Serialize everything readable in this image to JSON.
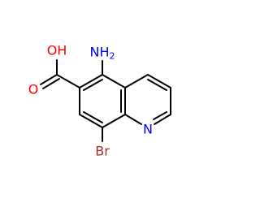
{
  "molecule": {
    "atoms": {
      "hydroxyl": {
        "text": "OH",
        "color": "#ff0000"
      },
      "carbonyl_oxygen": {
        "text": "O",
        "color": "#ff0000"
      },
      "amino": {
        "text": "NH",
        "subscript": "2",
        "color": "#0000ff"
      },
      "ring_nitrogen": {
        "text": "N",
        "color": "#0000ff"
      },
      "bromine": {
        "text": "Br",
        "color": "#a52a2a"
      }
    },
    "bond_color": "#000000"
  }
}
